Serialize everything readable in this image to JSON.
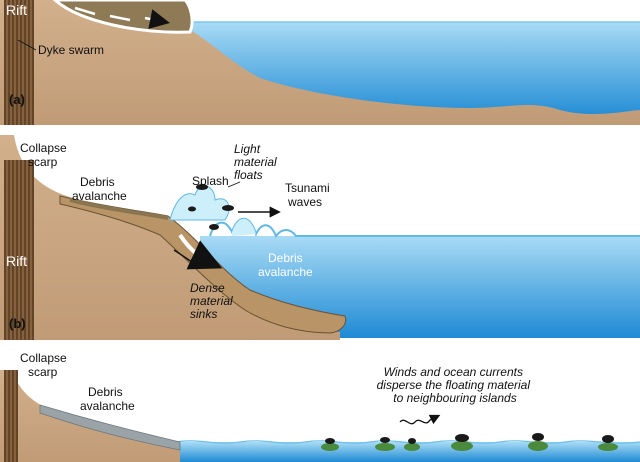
{
  "panels": [
    {
      "id": "a",
      "panel_label": "(a)",
      "rift_label": "Rift",
      "dyke_label": "Dyke swarm"
    },
    {
      "id": "b",
      "panel_label": "(b)",
      "rift_label": "Rift",
      "collapse_scarp": [
        "Collapse",
        "scarp"
      ],
      "debris_avalanche_land": [
        "Debris",
        "avalanche"
      ],
      "splash": "Splash",
      "light_material": [
        "Light",
        "material",
        "floats"
      ],
      "tsunami": [
        "Tsunami",
        "waves"
      ],
      "debris_avalanche_sea": [
        "Debris",
        "avalanche"
      ],
      "dense_material": [
        "Dense",
        "material",
        "sinks"
      ]
    },
    {
      "id": "c",
      "collapse_scarp": [
        "Collapse",
        "scarp"
      ],
      "debris_avalanche_land": [
        "Debris",
        "avalanche"
      ],
      "winds_currents": [
        "Winds and ocean currents",
        "disperse the floating material",
        "to neighbouring islands"
      ]
    }
  ],
  "colors": {
    "land": "#c9a682",
    "rift": "#6b4a2c",
    "debris": "#8a7550",
    "sea_top": "#a8d8f2",
    "sea_bottom": "#1f8fd6",
    "debris_sea": "#b89466"
  }
}
